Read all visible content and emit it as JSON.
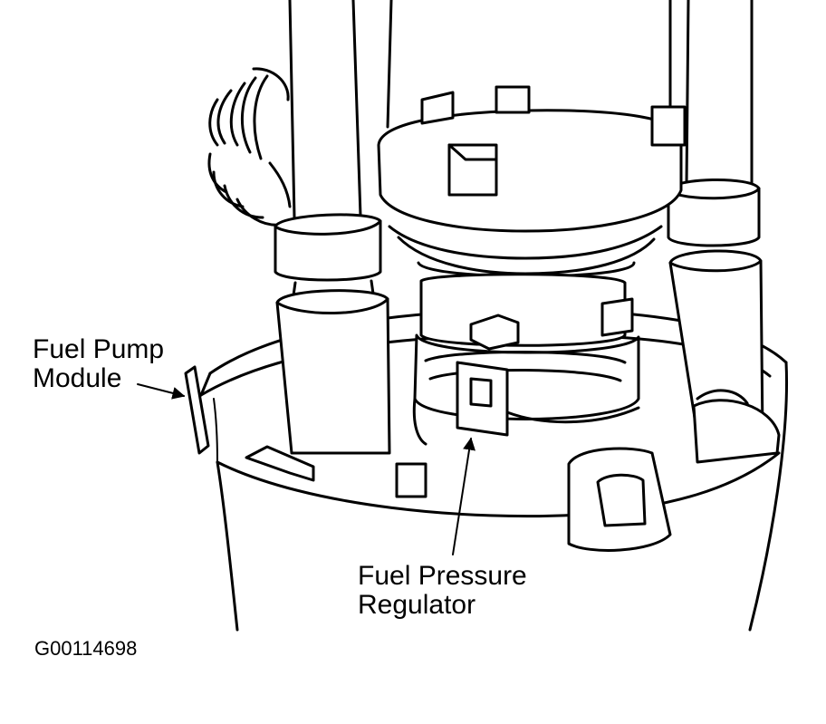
{
  "labels": {
    "fuel_pump_module": [
      "Fuel Pump",
      "Module"
    ],
    "fuel_pressure_regulator": [
      "Fuel Pressure",
      "Regulator"
    ]
  },
  "figure_code": "G00114698",
  "colors": {
    "ink": "#000000",
    "paper": "#ffffff"
  }
}
